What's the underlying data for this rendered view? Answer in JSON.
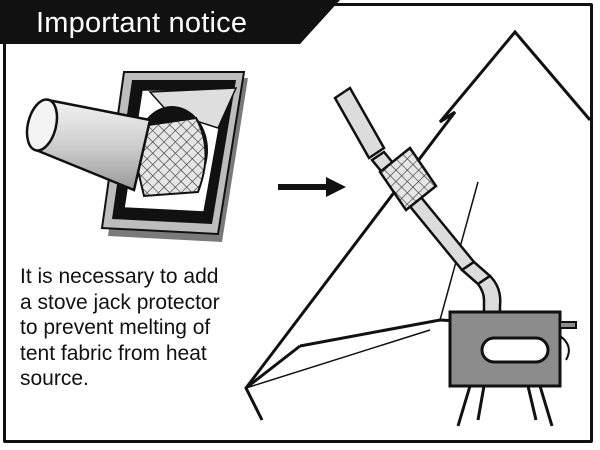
{
  "header": {
    "title": "Important notice",
    "bg_color": "#111111",
    "text_color": "#ffffff"
  },
  "body": {
    "lines": [
      "It is necessary to add",
      "a stove jack protector",
      "to prevent melting of",
      "tent fabric from heat",
      "source."
    ]
  },
  "illustration": {
    "icons": [
      "stove-jack-pipe-icon",
      "arrow-right-icon",
      "tent-icon",
      "chimney-pipe-icon",
      "stove-jack-mesh-icon",
      "wood-stove-icon"
    ],
    "colors": {
      "line": "#111111",
      "stove": "#8c8c8c",
      "pipe": "#d9d9d9",
      "plate": "#c8c8c8"
    }
  }
}
